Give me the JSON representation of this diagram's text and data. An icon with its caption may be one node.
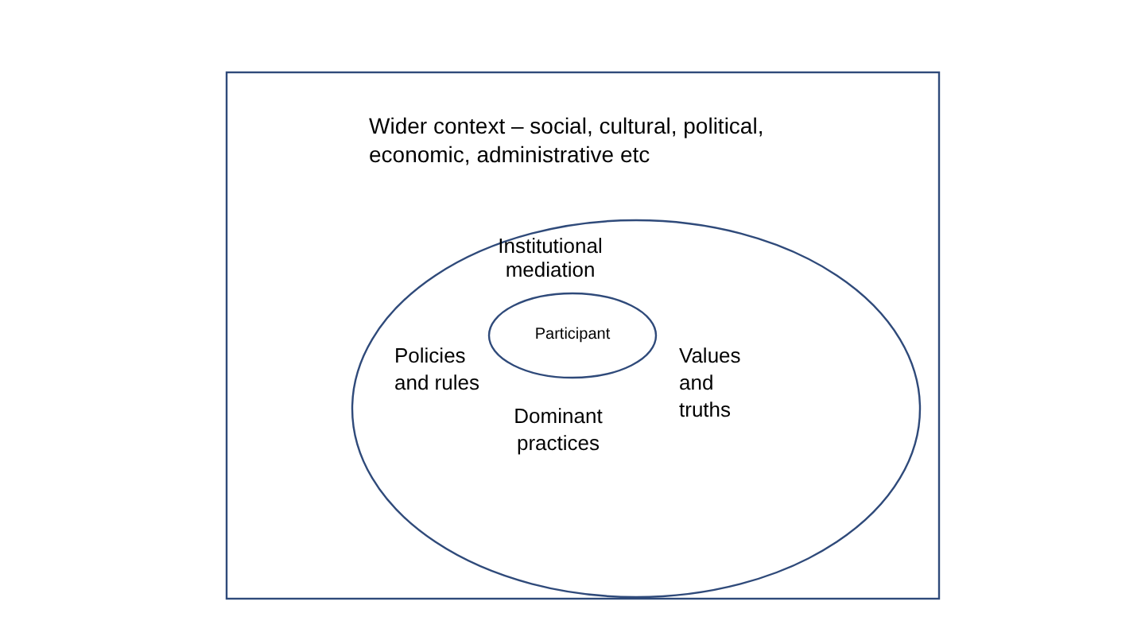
{
  "diagram": {
    "nodes": [
      {
        "text": [
          "Wider context – social, cultural, political, economic, administrative etc"
        ]
      },
      {
        "text": [
          "Institutional mediation",
          "Policies and rules",
          "Values and truths",
          "Dominant practices"
        ],
        "in": 0
      },
      {
        "text": [
          "Participant"
        ],
        "in": 1
      }
    ]
  }
}
